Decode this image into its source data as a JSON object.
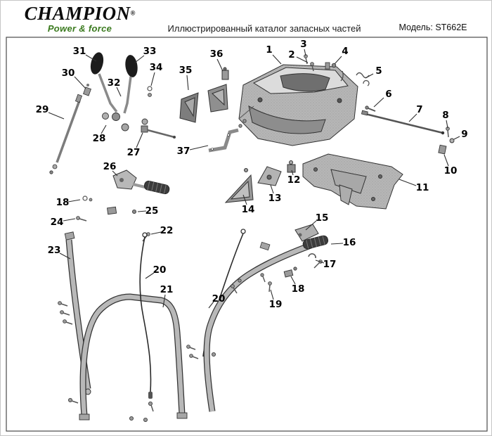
{
  "header": {
    "brand": "CHAMPION",
    "registered_mark": "®",
    "tagline": "Power & force",
    "title": "Иллюстрированный каталог запасных частей",
    "model": "Модель: ST662E"
  },
  "colors": {
    "brand_green": "#3a7a1e",
    "ink": "#1a1a1a"
  },
  "diagram": {
    "callouts": [
      {
        "n": "31",
        "label": [
          112,
          72
        ],
        "line": [
          [
            121,
            77
          ],
          [
            136,
            86
          ]
        ]
      },
      {
        "n": "33",
        "label": [
          212,
          72
        ],
        "line": [
          [
            204,
            78
          ],
          [
            191,
            88
          ]
        ]
      },
      {
        "n": "30",
        "label": [
          96,
          103
        ],
        "line": [
          [
            105,
            108
          ],
          [
            121,
            125
          ]
        ]
      },
      {
        "n": "34",
        "label": [
          221,
          95
        ],
        "line": [
          [
            219,
            102
          ],
          [
            214,
            121
          ]
        ]
      },
      {
        "n": "36",
        "label": [
          307,
          76
        ],
        "line": [
          [
            308,
            83
          ],
          [
            316,
            100
          ]
        ]
      },
      {
        "n": "35",
        "label": [
          263,
          99
        ],
        "line": [
          [
            265,
            106
          ],
          [
            267,
            127
          ]
        ]
      },
      {
        "n": "1",
        "label": [
          382,
          70
        ],
        "line": [
          [
            387,
            77
          ],
          [
            399,
            90
          ]
        ]
      },
      {
        "n": "3",
        "label": [
          431,
          62
        ],
        "line": [
          [
            432,
            69
          ],
          [
            434,
            78
          ]
        ]
      },
      {
        "n": "2",
        "label": [
          414,
          77
        ],
        "line": [
          [
            421,
            80
          ],
          [
            437,
            88
          ]
        ]
      },
      {
        "n": "4",
        "label": [
          490,
          72
        ],
        "line": [
          [
            485,
            79
          ],
          [
            475,
            90
          ]
        ]
      },
      {
        "n": "5",
        "label": [
          538,
          100
        ],
        "line": [
          [
            530,
            104
          ],
          [
            519,
            110
          ]
        ]
      },
      {
        "n": "32",
        "label": [
          161,
          117
        ],
        "line": [
          [
            165,
            123
          ],
          [
            171,
            136
          ]
        ]
      },
      {
        "n": "29",
        "label": [
          59,
          155
        ],
        "line": [
          [
            68,
            159
          ],
          [
            90,
            168
          ]
        ]
      },
      {
        "n": "6",
        "label": [
          552,
          133
        ],
        "line": [
          [
            545,
            138
          ],
          [
            531,
            151
          ]
        ]
      },
      {
        "n": "7",
        "label": [
          596,
          155
        ],
        "line": [
          [
            592,
            161
          ],
          [
            581,
            172
          ]
        ]
      },
      {
        "n": "8",
        "label": [
          633,
          163
        ],
        "line": [
          [
            634,
            170
          ],
          [
            636,
            181
          ]
        ]
      },
      {
        "n": "9",
        "label": [
          660,
          190
        ],
        "line": [
          [
            653,
            193
          ],
          [
            645,
            197
          ]
        ]
      },
      {
        "n": "28",
        "label": [
          140,
          196
        ],
        "line": [
          [
            143,
            189
          ],
          [
            150,
            177
          ]
        ]
      },
      {
        "n": "27",
        "label": [
          189,
          216
        ],
        "line": [
          [
            193,
            209
          ],
          [
            202,
            188
          ]
        ]
      },
      {
        "n": "37",
        "label": [
          260,
          214
        ],
        "line": [
          [
            269,
            212
          ],
          [
            295,
            206
          ]
        ]
      },
      {
        "n": "10",
        "label": [
          640,
          242
        ],
        "line": [
          [
            637,
            235
          ],
          [
            631,
            219
          ]
        ]
      },
      {
        "n": "11",
        "label": [
          600,
          266
        ],
        "line": [
          [
            591,
            263
          ],
          [
            567,
            254
          ]
        ]
      },
      {
        "n": "26",
        "label": [
          155,
          236
        ],
        "line": [
          [
            159,
            242
          ],
          [
            166,
            249
          ]
        ]
      },
      {
        "n": "12",
        "label": [
          417,
          255
        ],
        "line": [
          [
            416,
            248
          ],
          [
            414,
            241
          ]
        ]
      },
      {
        "n": "13",
        "label": [
          390,
          281
        ],
        "line": [
          [
            388,
            274
          ],
          [
            384,
            262
          ]
        ]
      },
      {
        "n": "14",
        "label": [
          352,
          297
        ],
        "line": [
          [
            350,
            290
          ],
          [
            345,
            276
          ]
        ]
      },
      {
        "n": "18",
        "label": [
          88,
          287
        ],
        "line": [
          [
            96,
            286
          ],
          [
            113,
            283
          ]
        ]
      },
      {
        "n": "24",
        "label": [
          80,
          315
        ],
        "line": [
          [
            89,
            313
          ],
          [
            106,
            310
          ]
        ]
      },
      {
        "n": "25",
        "label": [
          215,
          299
        ],
        "line": [
          [
            207,
            299
          ],
          [
            195,
            300
          ]
        ]
      },
      {
        "n": "22",
        "label": [
          236,
          327
        ],
        "line": [
          [
            228,
            329
          ],
          [
            214,
            332
          ]
        ]
      },
      {
        "n": "15",
        "label": [
          457,
          309
        ],
        "line": [
          [
            449,
            313
          ],
          [
            434,
            326
          ]
        ]
      },
      {
        "n": "16",
        "label": [
          496,
          344
        ],
        "line": [
          [
            487,
            345
          ],
          [
            470,
            346
          ]
        ]
      },
      {
        "n": "23",
        "label": [
          76,
          355
        ],
        "line": [
          [
            84,
            359
          ],
          [
            99,
            367
          ]
        ]
      },
      {
        "n": "17",
        "label": [
          468,
          375
        ],
        "line": [
          [
            460,
            373
          ],
          [
            448,
            369
          ]
        ]
      },
      {
        "n": "20",
        "label": [
          226,
          383
        ],
        "line": [
          [
            218,
            387
          ],
          [
            206,
            395
          ]
        ]
      },
      {
        "n": "18",
        "label": [
          423,
          410
        ],
        "line": [
          [
            419,
            403
          ],
          [
            413,
            392
          ]
        ]
      },
      {
        "n": "19",
        "label": [
          391,
          432
        ],
        "line": [
          [
            388,
            425
          ],
          [
            384,
            411
          ]
        ]
      },
      {
        "n": "21",
        "label": [
          236,
          411
        ],
        "line": [
          [
            234,
            418
          ],
          [
            231,
            436
          ]
        ]
      },
      {
        "n": "20",
        "label": [
          310,
          424
        ],
        "line": [
          [
            303,
            428
          ],
          [
            296,
            437
          ]
        ]
      }
    ]
  }
}
